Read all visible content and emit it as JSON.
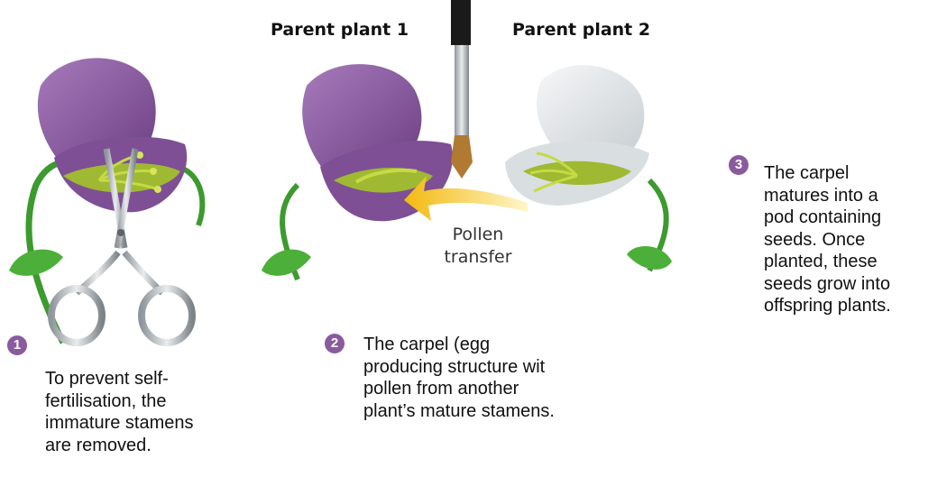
{
  "labels": {
    "parent1": "Parent plant 1",
    "parent2": "Parent plant 2",
    "pollen_transfer": "Pollen\ntransfer"
  },
  "steps": [
    {
      "number": "1",
      "text": "To prevent self-\nfertilisation, the\nimmature stamens\nare removed."
    },
    {
      "number": "2",
      "text": "The carpel (egg\nproducing structure wit\npollen from another\nplant’s mature stamens."
    },
    {
      "number": "3",
      "text": "The carpel\nmatures into a\npod containing\nseeds. Once\nplanted, these\nseeds grow into\noffspring plants."
    }
  ],
  "colors": {
    "petal_purple": "#8e5fa3",
    "petal_dark": "#6b3f82",
    "petal_white": "#e8ecee",
    "stem_green": "#3c9a2e",
    "stamen_yellow": "#b7cc3a",
    "arrow_yellow": "#f2c21a",
    "badge_purple": "#8a5a9e"
  },
  "icons": [
    "scissors-icon",
    "paintbrush-icon",
    "flower-purple-icon",
    "flower-white-icon",
    "pollen-arrow-icon"
  ]
}
